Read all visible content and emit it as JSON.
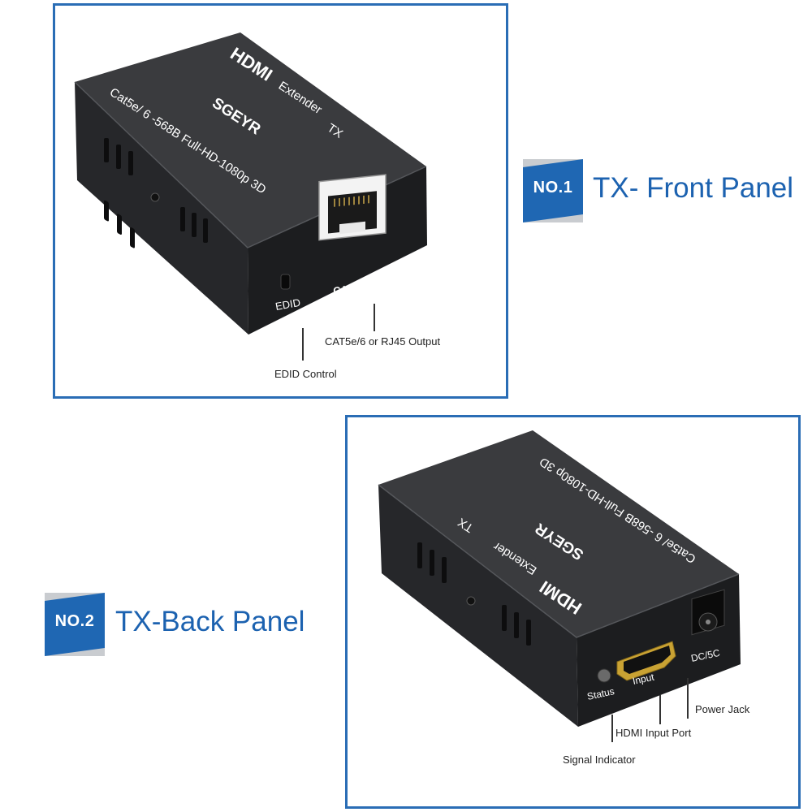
{
  "front": {
    "badge": "NO.1",
    "title": "TX- Front Panel",
    "device": {
      "brand_logo": "HDMI",
      "product": "Extender",
      "variant": "TX",
      "maker": "SGEYR",
      "spec": "Cat5e/ 6 -568B  Full-HD-1080p 3D",
      "port_label": "CAT5/6",
      "button_label": "EDID"
    },
    "callouts": {
      "output": "CAT5e/6 or RJ45 Output",
      "edid": "EDID Control"
    }
  },
  "back": {
    "badge": "NO.2",
    "title": "TX-Back Panel",
    "device": {
      "brand_logo": "HDMI",
      "product": "Extender",
      "variant": "TX",
      "maker": "SGEYR",
      "spec": "Cat5e/ 6 -568B  Full-HD-1080p 3D",
      "status_label": "Status",
      "input_label": "Input",
      "dc_label": "DC/5C"
    },
    "callouts": {
      "power": "Power Jack",
      "hdmi_input": "HDMI Input Port",
      "signal": "Signal Indicator"
    }
  },
  "colors": {
    "frame": "#2a6db5",
    "badge_blue": "#1f67b3",
    "badge_gray": "#c9ccd0",
    "title_blue": "#1c62b0",
    "device_body": "#2b2c2e",
    "device_top": "#3a3b3e",
    "device_front": "#1c1d1f"
  }
}
